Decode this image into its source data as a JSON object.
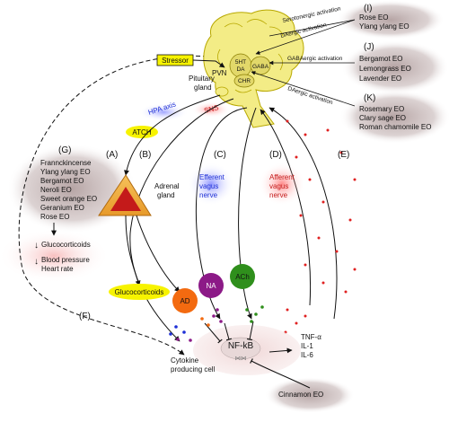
{
  "brain": {
    "pvn": "PVN",
    "ht_da": [
      "5HT",
      "DA"
    ],
    "gaba": "GABA",
    "chr": "CHR",
    "stressor": "Stressor",
    "pituitary": [
      "Pituitary",
      "gland"
    ]
  },
  "activations": {
    "serotonergic": "Serotonergic activation",
    "daergic_top": "DAergic activation",
    "gabaergic": "GABAergic activation",
    "daergic_bottom": "DAergic activation"
  },
  "panels": {
    "I": {
      "letter": "(I)",
      "oils": [
        "Rose EO",
        "Ylang ylang EO"
      ]
    },
    "J": {
      "letter": "(J)",
      "oils": [
        "Bergamot EO",
        "Lemongrass EO",
        "Lavender EO"
      ]
    },
    "K": {
      "letter": "(K)",
      "oils": [
        "Rosemary EO",
        "Clary sage EO",
        "Roman chamomile EO"
      ]
    },
    "G": {
      "letter": "(G)",
      "oils": [
        "Frannckincense",
        "Ylang ylang EO",
        "Bergamot EO",
        "Neroli EO",
        "Sweet orange EO",
        "Geranium EO",
        "Rose EO"
      ]
    }
  },
  "pathway": {
    "hpa_axis": "HPA axis",
    "sns": "SNS",
    "atch": "ATCH",
    "adrenal": [
      "Adrenal",
      "gland"
    ],
    "efferent": [
      "Efferent",
      "vagus",
      "nerve"
    ],
    "afferent": [
      "Afferent",
      "vagus",
      "nerve"
    ]
  },
  "letters": {
    "A": "(A)",
    "B": "(B)",
    "C": "(C)",
    "D": "(D)",
    "E": "(E)",
    "F": "(F)"
  },
  "effects": {
    "glucocorticoids_down": "Glucocorticoids",
    "bp": "Blood pressure",
    "hr": "Heart rate"
  },
  "molecules": {
    "glucocorticoids": "Glucocorticoids",
    "ad": "AD",
    "na": "NA",
    "ach": "ACh",
    "nfkb": "NF-kB"
  },
  "cytokines": [
    "TNF-α",
    "IL-1",
    "IL-6"
  ],
  "cell": [
    "Cytokine",
    "producing cell"
  ],
  "cinnamon": "Cinnamon EO",
  "colors": {
    "brain": "#f3ec86",
    "brain_stroke": "#b8a800",
    "ad": "#f36a10",
    "na": "#8c1a87",
    "ach": "#2f8f1c",
    "glucocorticoids": "#f7f300",
    "cytokine_dot": "#e02020",
    "panel_shade": "#8a6b6b"
  }
}
